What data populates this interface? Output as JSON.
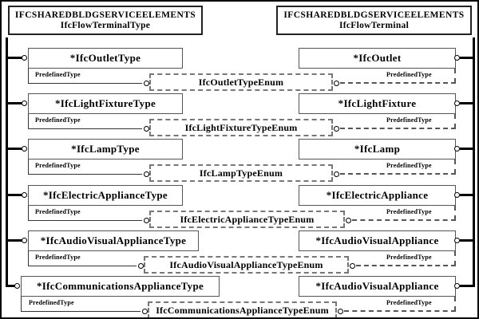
{
  "diagram": {
    "headers": {
      "left": {
        "line1": "IFCSHAREDBLDGSERVICEELEMENTS",
        "line2": "IfcFlowTerminalType"
      },
      "right": {
        "line1": "IFCSHAREDBLDGSERVICEELEMENTS",
        "line2": "IfcFlowTerminal"
      }
    },
    "attr_label": "PredefinedType",
    "rows": [
      {
        "left": "*IfcOutletType",
        "enum": "IfcOutletTypeEnum",
        "right": "*IfcOutlet"
      },
      {
        "left": "*IfcLightFixtureType",
        "enum": "IfcLightFixtureTypeEnum",
        "right": "*IfcLightFixture"
      },
      {
        "left": "*IfcLampType",
        "enum": "IfcLampTypeEnum",
        "right": "*IfcLamp"
      },
      {
        "left": "*IfcElectricApplianceType",
        "enum": "IfcElectricApplianceTypeEnum",
        "right": "*IfcElectricAppliance"
      },
      {
        "left": "*IfcAudioVisualApplianceType",
        "enum": "IfcAudioVisualApplianceTypeEnum",
        "right": "*IfcAudioVisualAppliance"
      },
      {
        "left": "*IfcCommunicationsApplianceType",
        "enum": "IfcCommunicationsApplianceTypeEnum",
        "right": "*IfcAudioVisualAppliance"
      }
    ],
    "colors": {
      "background": "#ffffff",
      "line": "#000000",
      "box_border": "#555555",
      "dash_border": "#777777",
      "text": "#000000"
    }
  }
}
